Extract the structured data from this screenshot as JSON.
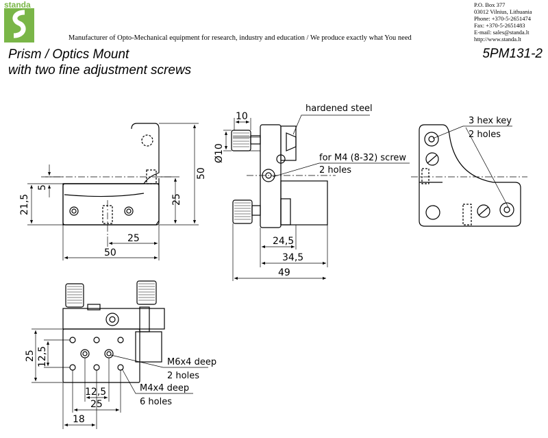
{
  "brand": {
    "name": "standa",
    "green": "#7ab648",
    "tagline": "Manufacturer of Opto-Mechanical equipment for research, industry and education / We produce exactly what You need"
  },
  "contact": {
    "lines": [
      "P.O. Box 377",
      "03012 Vilnius, Lithuania",
      "Phone: +370-5-2651474",
      "Fax: +370-5-2651483",
      "E-mail: sales@standa.lt",
      "http://www.standa.lt"
    ]
  },
  "product": {
    "title_line1": "Prism / Optics Mount",
    "title_line2": "with two fine adjustment screws",
    "model": "5PM131-2"
  },
  "dimensions": {
    "side_height_total": "50",
    "side_height_25": "25",
    "side_height_21_5": "21,5",
    "side_5": "5",
    "side_width_25": "25",
    "side_width_50": "50",
    "front_10": "10",
    "front_dia_10": "Ø10",
    "front_24_5": "24,5",
    "front_34_5": "34,5",
    "front_49": "49",
    "bottom_25_h": "25",
    "bottom_12_5_h": "12,5",
    "bottom_12_5_w": "12,5",
    "bottom_25_w": "25",
    "bottom_18": "18"
  },
  "annotations": {
    "hardened_steel": "hardened steel",
    "m4_line1": "for M4 (8-32) screw",
    "m4_line2": "2 holes",
    "hex_line1": "3 hex key",
    "hex_line2": "2 holes",
    "m6_line1": "M6x4 deep",
    "m6_line2": "2 holes",
    "m4deep_line1": "M4x4 deep",
    "m4deep_line2": "6 holes"
  }
}
